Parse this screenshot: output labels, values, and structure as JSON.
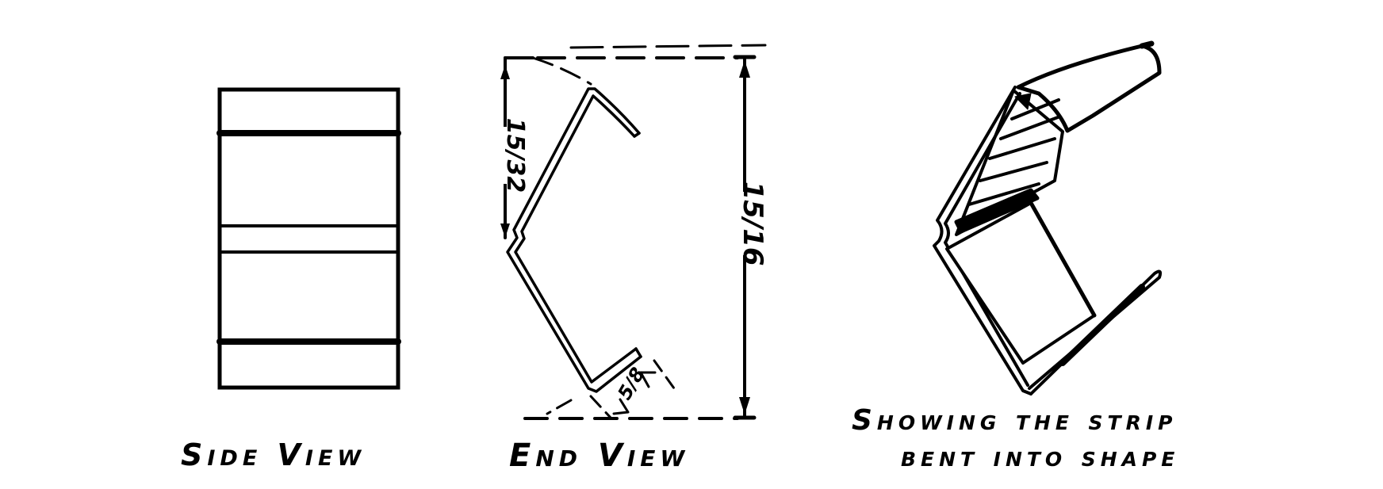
{
  "figure": {
    "background": "#ffffff",
    "ink": "#000000",
    "views": [
      {
        "id": "side",
        "caption": "Side View"
      },
      {
        "id": "end",
        "caption": "End View"
      },
      {
        "id": "perspective",
        "caption_line1": "Showing the strip",
        "caption_line2": "bent into shape"
      }
    ],
    "dimensions": {
      "upper_leg": "15/32",
      "overall_height": "15/16",
      "lip": "5/8"
    }
  }
}
